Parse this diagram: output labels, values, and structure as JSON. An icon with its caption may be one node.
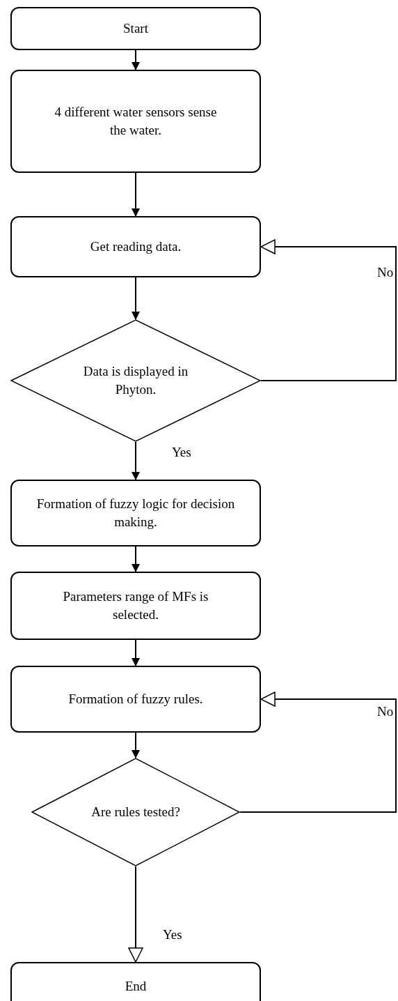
{
  "diagram": {
    "nodes": [
      {
        "text": [
          "Start"
        ]
      },
      {
        "text": [
          "4 different water sensors sense the water."
        ]
      },
      {
        "text": [
          "Get reading data."
        ]
      },
      {
        "text": [
          "Data is displayed in Phyton."
        ]
      },
      {
        "text": [
          "Formation of fuzzy logic for decision making."
        ]
      },
      {
        "text": [
          "Parameters range of MFs is selected."
        ]
      },
      {
        "text": [
          "Formation of fuzzy rules."
        ]
      },
      {
        "text": [
          "Are rules tested?"
        ]
      },
      {
        "text": [
          "End"
        ]
      }
    ],
    "edges": [
      {
        "from": 0,
        "to": 1,
        "arrow": "to"
      },
      {
        "from": 1,
        "to": 2,
        "arrow": "to"
      },
      {
        "from": 2,
        "to": 3,
        "arrow": "to"
      },
      {
        "from": 3,
        "to": 2,
        "arrow": "to",
        "label": "No"
      },
      {
        "from": 3,
        "to": 4,
        "arrow": "to",
        "label": "Yes"
      },
      {
        "from": 4,
        "to": 5,
        "arrow": "to"
      },
      {
        "from": 5,
        "to": 6,
        "arrow": "to"
      },
      {
        "from": 6,
        "to": 7,
        "arrow": "to"
      },
      {
        "from": 7,
        "to": 6,
        "arrow": "to",
        "label": "No"
      },
      {
        "from": 7,
        "to": 8,
        "arrow": "to",
        "label": "Yes"
      }
    ]
  }
}
